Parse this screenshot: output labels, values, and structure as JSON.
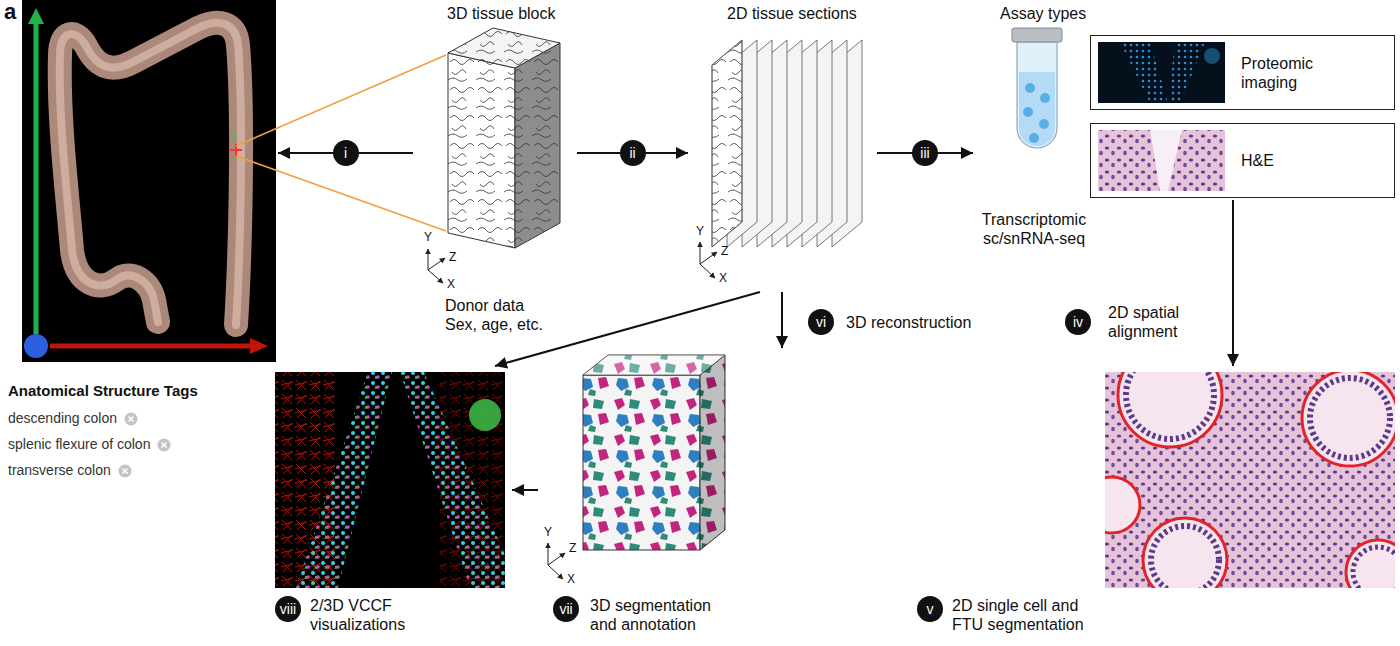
{
  "diagram": {
    "nodes": [
      {
        "text": [
          "Anatomical Structure Tags",
          "descending colon",
          "splenic flexure of colon",
          "transverse colon"
        ]
      },
      {
        "text": [
          "3D tissue block",
          "Donor data Sex, age, etc."
        ]
      },
      {
        "text": [
          "2D tissue sections"
        ]
      },
      {
        "text": [
          "Transcriptomic sc/snRNA-seq"
        ]
      },
      {
        "text": [
          "Proteomic imaging"
        ]
      },
      {
        "text": [
          "H&E"
        ]
      },
      {
        "text": [
          "2/3D VCCF visualizations"
        ]
      },
      {
        "text": [
          "3D segmentation and annotation"
        ]
      },
      {
        "text": [
          "2D single cell and FTU segmentation"
        ]
      }
    ],
    "edges": [
      {
        "from": 1,
        "to": 0,
        "arrow": "to",
        "label": "i"
      },
      {
        "from": 1,
        "to": 2,
        "arrow": "to",
        "label": "ii"
      },
      {
        "from": 2,
        "to": 3,
        "arrow": "to",
        "label": "iii"
      },
      {
        "from": 5,
        "to": 8,
        "arrow": "to"
      },
      {
        "from": 2,
        "to": 7,
        "arrow": "to"
      },
      {
        "from": 7,
        "to": 6,
        "arrow": "to"
      },
      {
        "from": 2,
        "to": 6,
        "arrow": "to"
      }
    ],
    "labels": [
      "a",
      "Assay types",
      "iv",
      "2D spatial alignment",
      "vi",
      "3D reconstruction",
      "v",
      "vii",
      "viii",
      "Y",
      "Z",
      "X",
      "Y",
      "Z",
      "X",
      "Y",
      "Z",
      "X"
    ]
  }
}
